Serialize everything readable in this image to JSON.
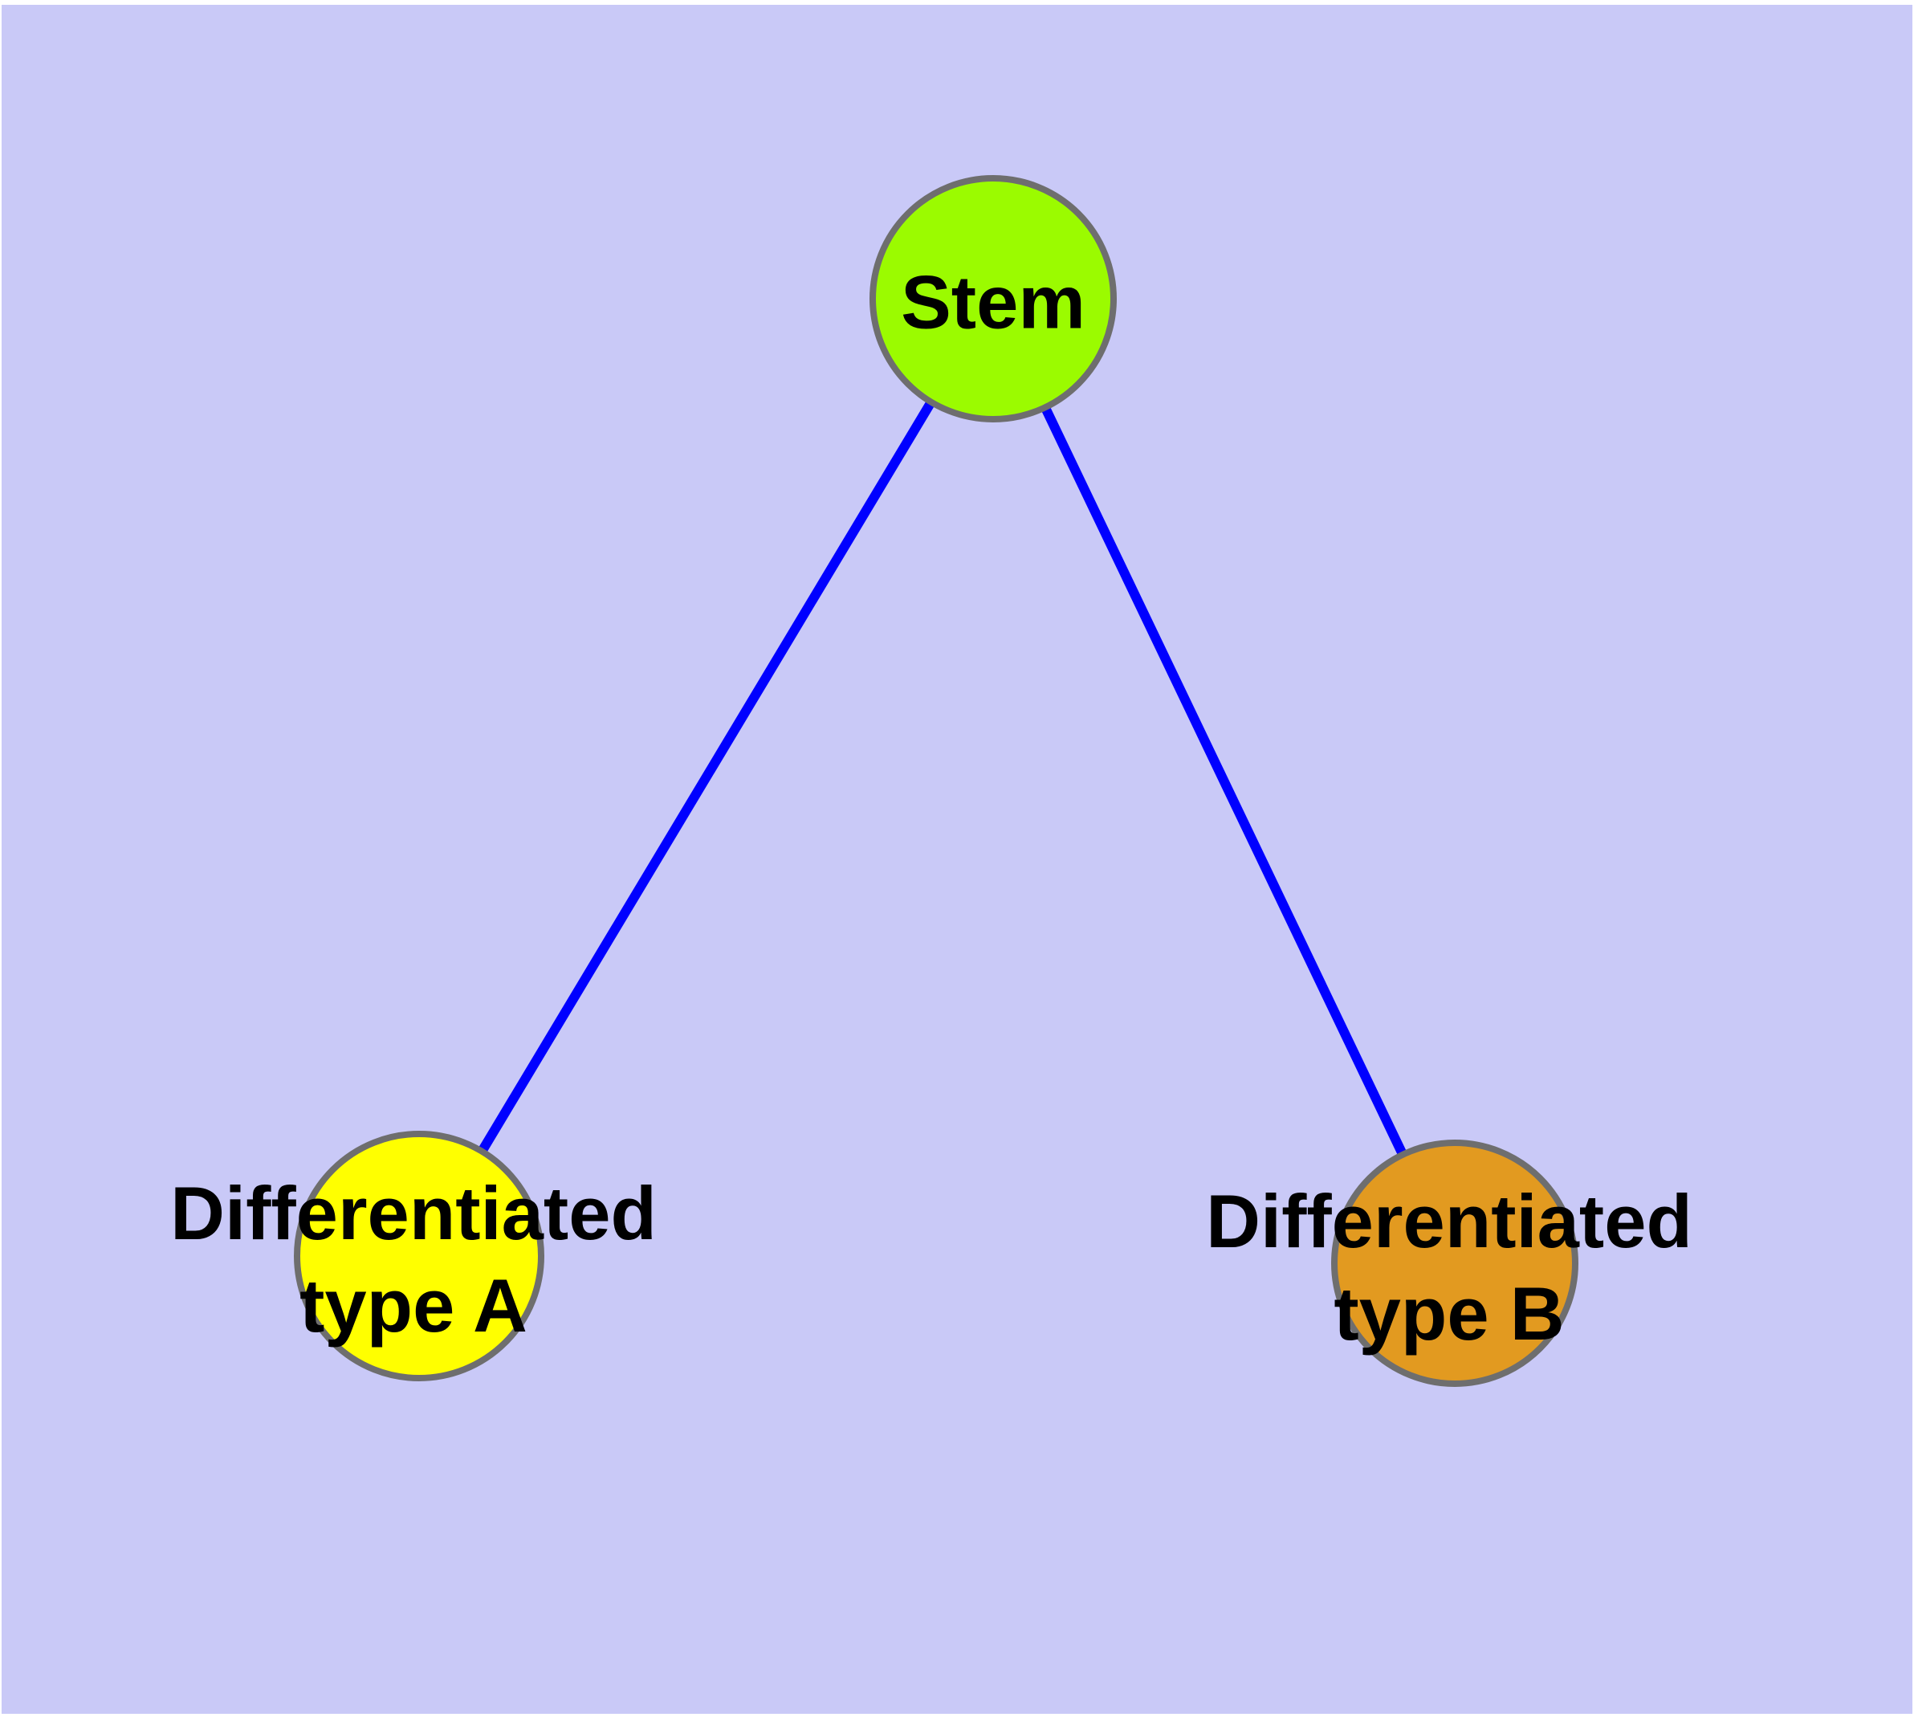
{
  "diagram": {
    "type": "node-link-graph",
    "background_color": "#C9C9F7",
    "edge_color": "#0000FF",
    "node_outline_color": "#6E6E6E",
    "label_color": "#000000",
    "nodes": [
      {
        "id": "stem",
        "label": "Stem",
        "color": "#9BFB00"
      },
      {
        "id": "differentiated-type-a",
        "label": "Differentiated type A",
        "label_line1": "Differentiated",
        "label_line2": "type A",
        "color": "#FFFF00"
      },
      {
        "id": "differentiated-type-b",
        "label": "Differentiated type B",
        "label_line1": "Differentiated",
        "label_line2": "type B",
        "color": "#E29A20"
      }
    ],
    "edges": [
      {
        "from": "Stem",
        "to": "Differentiated type A"
      },
      {
        "from": "Stem",
        "to": "Differentiated type B"
      }
    ]
  }
}
